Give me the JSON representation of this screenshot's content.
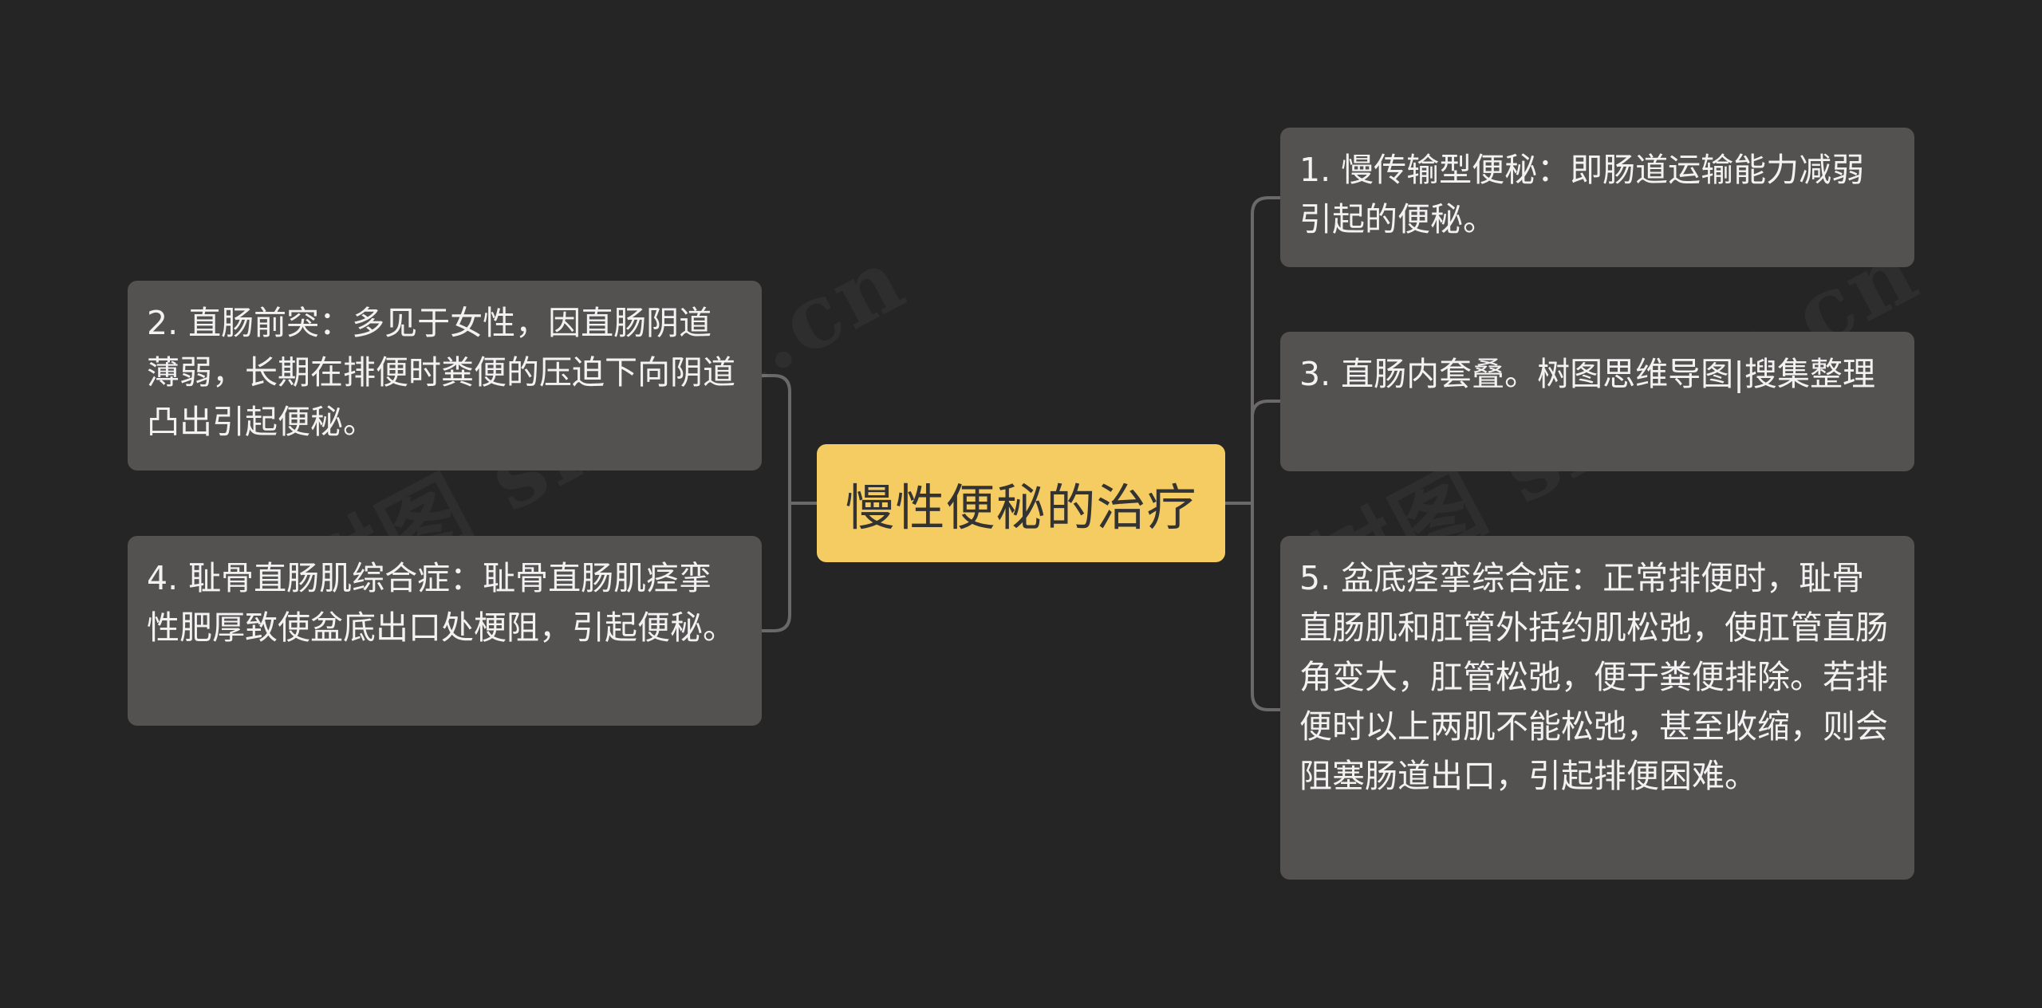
{
  "mindmap": {
    "center": {
      "label": "慢性便秘的治疗"
    },
    "right_branches": [
      {
        "label": "1. 慢传输型便秘：即肠道运输能力减弱引起的便秘。"
      },
      {
        "label": "3. 直肠内套叠。树图思维导图|搜集整理"
      },
      {
        "label": "5. 盆底痉挛综合症：正常排便时，耻骨直肠肌和肛管外括约肌松弛，使肛管直肠角变大，肛管松弛，便于粪便排除。若排便时以上两肌不能松弛，甚至收缩，则会阻塞肠道出口，引起排便困难。"
      }
    ],
    "left_branches": [
      {
        "label": "2. 直肠前突：多见于女性，因直肠阴道薄弱，长期在排便时粪便的压迫下向阴道凸出引起便秘。"
      },
      {
        "label": "4. 耻骨直肠肌综合症：耻骨直肠肌痉挛性肥厚致使盆底出口处梗阻，引起便秘。"
      }
    ],
    "watermark": "树图 shutu.cn"
  },
  "colors": {
    "background": "#252525",
    "center_fill": "#f5cc62",
    "center_text": "#333333",
    "node_fill": "#545151",
    "node_text": "#f2f2f2",
    "connector": "#6a6868"
  }
}
